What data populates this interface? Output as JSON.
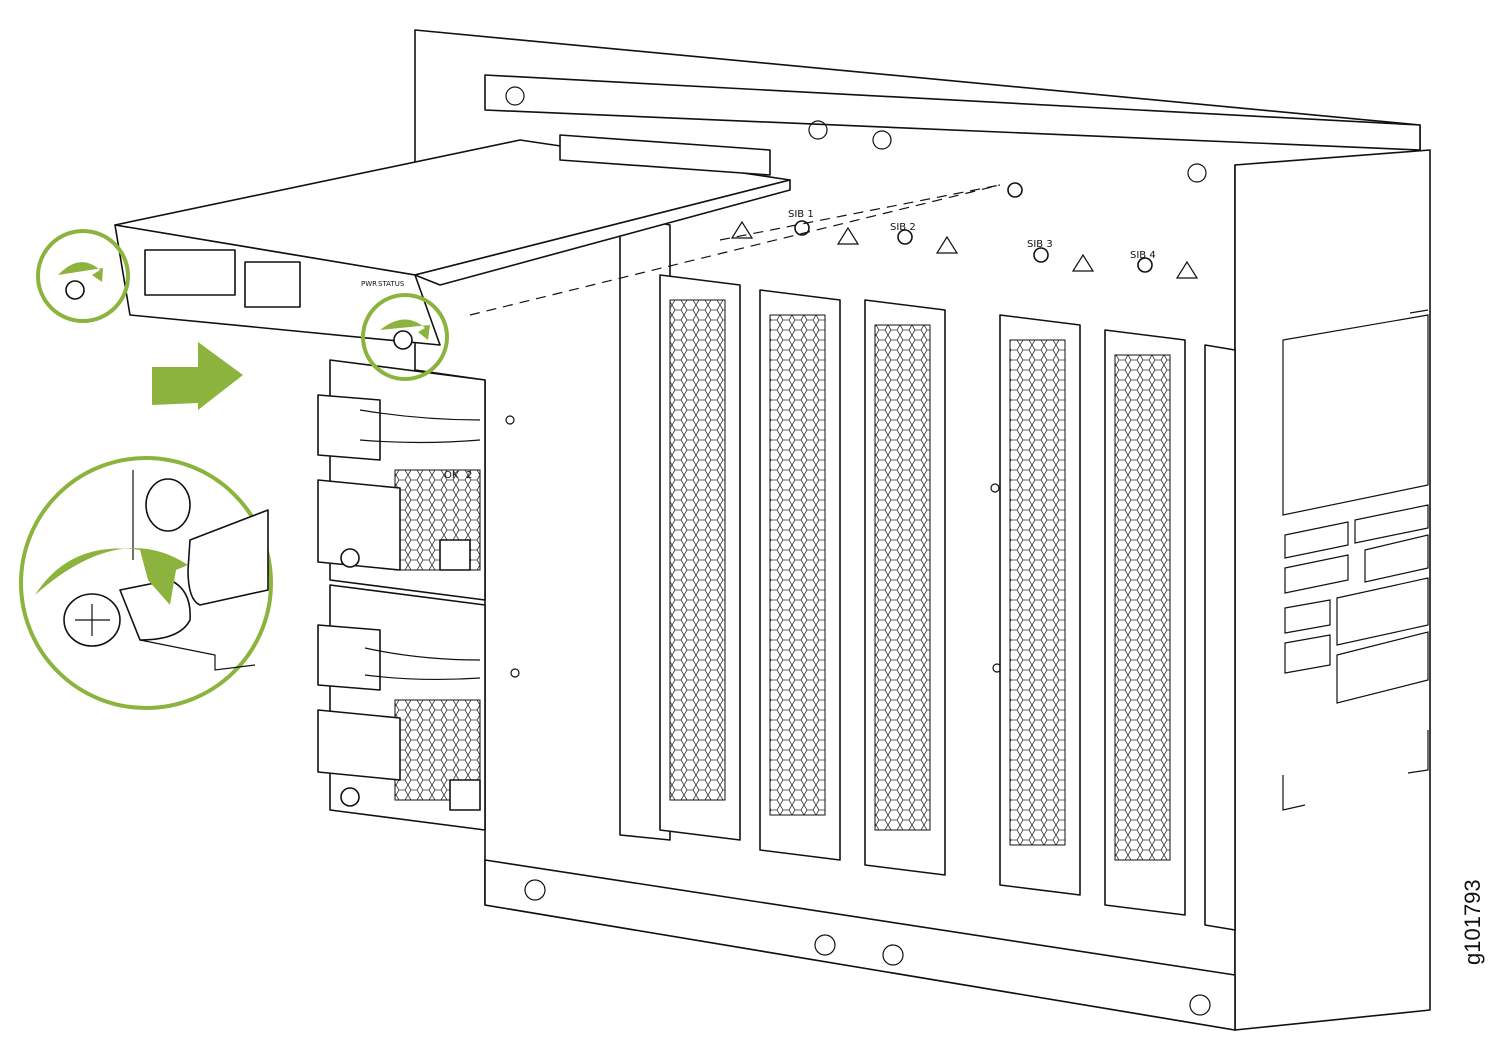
{
  "figure": {
    "id": "g101793",
    "accent_color": "#8CB33D",
    "slot_labels": [
      "SIB 1",
      "SIB 2",
      "SIB 3",
      "SIB 4"
    ],
    "led_labels": {
      "pwr": "PWR",
      "status": "STATUS",
      "ok": "OK",
      "two": "2"
    }
  }
}
